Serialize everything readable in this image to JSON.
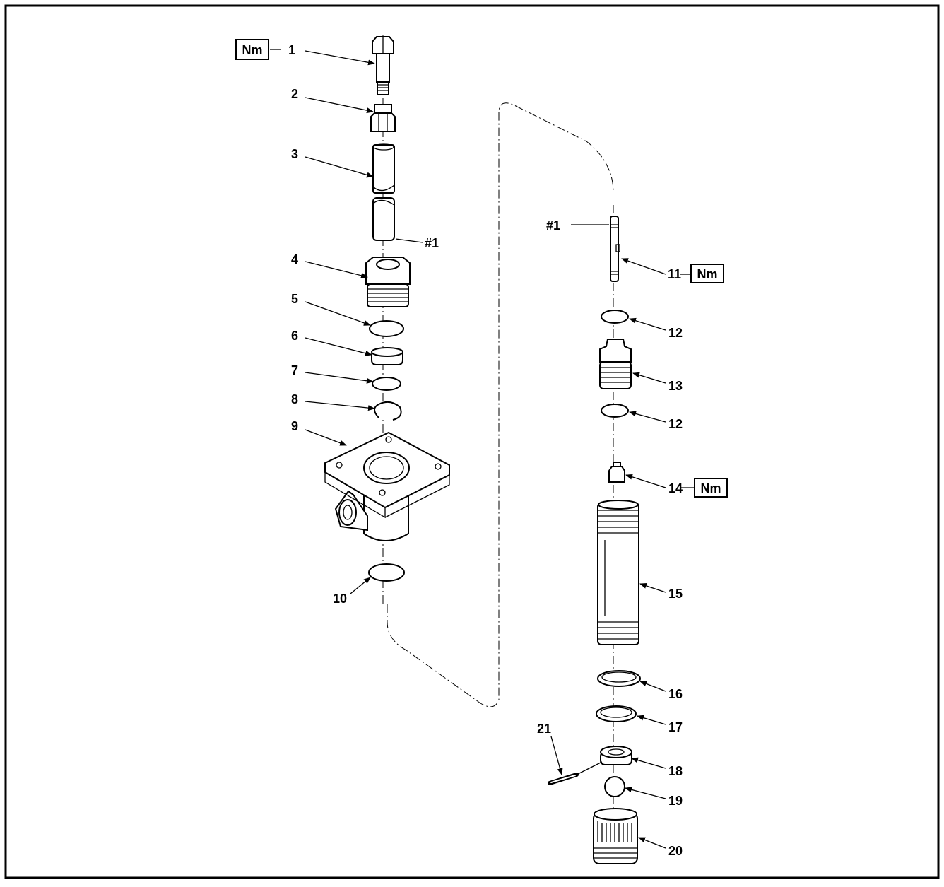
{
  "callouts": {
    "nm_1": "Nm",
    "p1": "1",
    "p2": "2",
    "p3": "3",
    "ref_left": "#1",
    "p4": "4",
    "p5": "5",
    "p6": "6",
    "p7": "7",
    "p8": "8",
    "p9": "9",
    "p10": "10",
    "ref_right": "#1",
    "p11": "11",
    "nm_11": "Nm",
    "p12a": "12",
    "p13": "13",
    "p12b": "12",
    "p14": "14",
    "nm_14": "Nm",
    "p15": "15",
    "p16": "16",
    "p17": "17",
    "p18": "18",
    "p19": "19",
    "p20": "20",
    "p21": "21"
  }
}
